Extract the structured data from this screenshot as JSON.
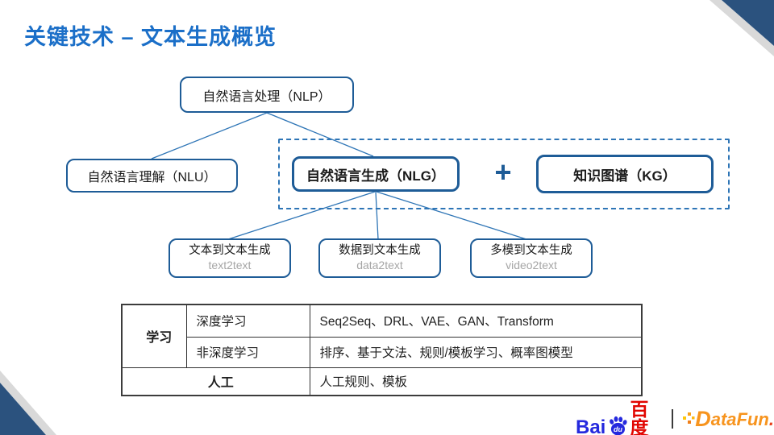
{
  "title": "关键技术 – 文本生成概览",
  "tree": {
    "root": "自然语言处理（NLP）",
    "nlu": "自然语言理解（NLU）",
    "nlg": "自然语言生成（NLG）",
    "plus": "+",
    "kg": "知识图谱（KG）",
    "leaves": [
      {
        "label": "文本到文本生成",
        "code": "text2text"
      },
      {
        "label": "数据到文本生成",
        "code": "data2text"
      },
      {
        "label": "多模到文本生成",
        "code": "video2text"
      }
    ]
  },
  "table": {
    "group_learn": "学习",
    "deep_label": "深度学习",
    "deep_items": "Seq2Seq、DRL、VAE、GAN、Transform",
    "nondeep_label": "非深度学习",
    "nondeep_items": "排序、基于文法、规则/模板学习、概率图模型",
    "manual_label": "人工",
    "manual_items": "人工规则、模板"
  },
  "footer": {
    "baidu_latin": "Bai",
    "baidu_du": "du",
    "baidu_cn": "百度",
    "datafun_d": "D",
    "datafun_rest": "ataFun",
    "datafun_dot": "."
  },
  "colors": {
    "title_blue": "#1B6FC8",
    "box_border": "#1E5C97",
    "connector": "#2E75B6",
    "muted_gray": "#A6A6A6",
    "corner_navy": "#2B527E",
    "corner_gray": "#D9D9D9",
    "baidu_blue": "#2529DE",
    "baidu_red": "#E10601",
    "datafun_orange": "#F7941E"
  }
}
